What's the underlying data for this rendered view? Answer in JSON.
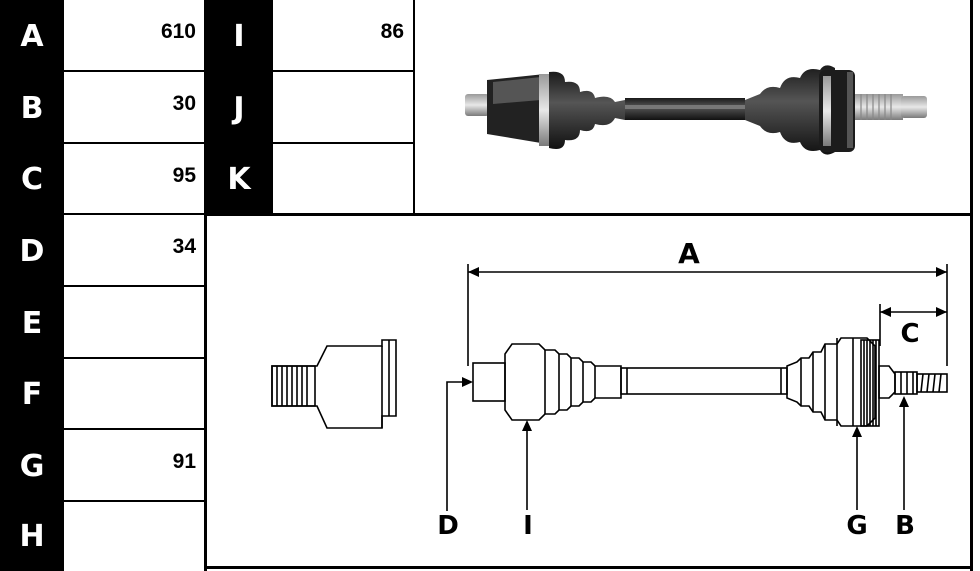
{
  "left_table": [
    {
      "key": "A",
      "value": "610"
    },
    {
      "key": "B",
      "value": "30"
    },
    {
      "key": "C",
      "value": "95"
    },
    {
      "key": "D",
      "value": "34"
    },
    {
      "key": "E",
      "value": ""
    },
    {
      "key": "F",
      "value": ""
    },
    {
      "key": "G",
      "value": "91"
    },
    {
      "key": "H",
      "value": ""
    }
  ],
  "mid_table": [
    {
      "key": "I",
      "value": "86"
    },
    {
      "key": "J",
      "value": ""
    },
    {
      "key": "K",
      "value": ""
    }
  ],
  "diagram": {
    "label_A": "A",
    "label_C": "C",
    "label_D": "D",
    "label_I": "I",
    "label_G": "G",
    "label_B": "B"
  },
  "colors": {
    "label_bg": "#000000",
    "label_fg": "#ffffff",
    "line": "#000000"
  }
}
